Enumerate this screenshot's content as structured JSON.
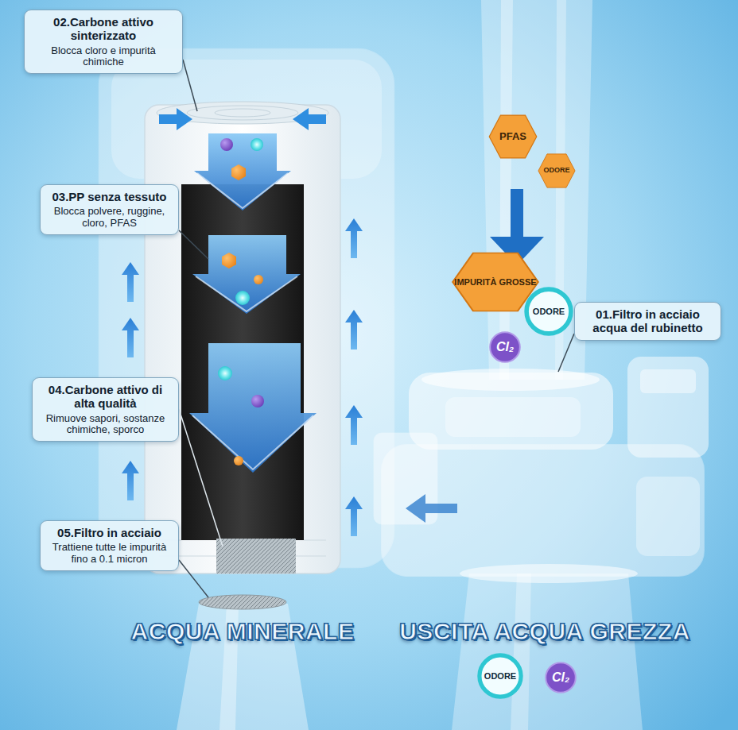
{
  "diagram": {
    "nodes": [
      {
        "text": [
          "02.Carbone attivo sinterizzato",
          "Blocca cloro e impurità chimiche"
        ]
      },
      {
        "text": [
          "PFAS"
        ]
      },
      {
        "text": [
          "ODORE"
        ]
      },
      {
        "text": [
          "03.PP senza tessuto",
          "Blocca polvere, ruggine, cloro, PFAS"
        ]
      },
      {
        "text": [
          "IMPURITÀ GROSSE"
        ]
      },
      {
        "text": [
          "01.Filtro in acciaio acqua del rubinetto"
        ]
      },
      {
        "text": [
          "ODORE"
        ]
      },
      {
        "text": [
          "Cl₂"
        ]
      },
      {
        "text": [
          "04.Carbone attivo di alta qualità",
          "Rimuove sapori, sostanze chimiche, sporco"
        ]
      },
      {
        "text": [
          "05.Filtro in acciaio",
          "Trattiene tutte le impurità fino a 0.1 micron"
        ]
      },
      {
        "text": [
          "ODORE"
        ]
      },
      {
        "text": [
          "Cl₂"
        ]
      }
    ],
    "labels": [
      "ACQUA MINERALE",
      "USCITA ACQUA GREZZA"
    ]
  }
}
